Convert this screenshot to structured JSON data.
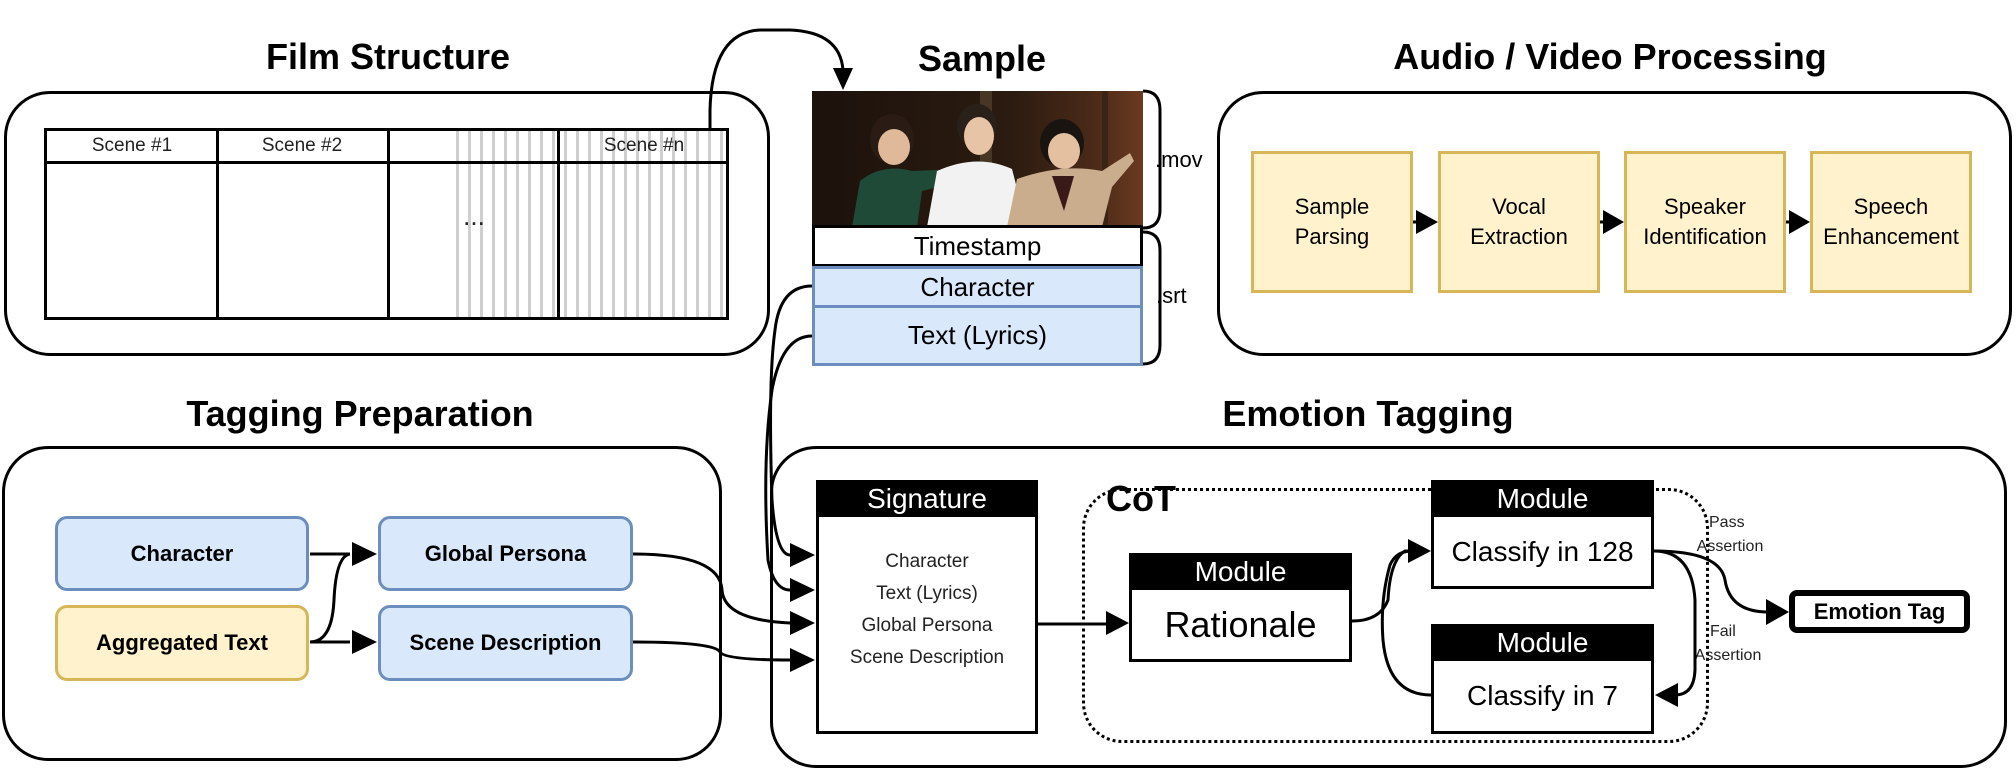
{
  "film_structure": {
    "title": "Film Structure",
    "scenes": [
      "Scene #1",
      "Scene #2",
      "",
      "Scene #n"
    ],
    "ellipsis": "..."
  },
  "sample": {
    "title": "Sample",
    "image_alt": "Stage performance still of three actors",
    "rows": {
      "timestamp": "Timestamp",
      "character": "Character",
      "text": "Text (Lyrics)"
    },
    "mov_label": ".mov",
    "srt_label": ".srt"
  },
  "av_processing": {
    "title": "Audio / Video Processing",
    "steps": [
      {
        "line1": "Sample",
        "line2": "Parsing"
      },
      {
        "line1": "Vocal",
        "line2": "Extraction"
      },
      {
        "line1": "Speaker",
        "line2": "Identification"
      },
      {
        "line1": "Speech",
        "line2": "Enhancement"
      }
    ]
  },
  "tagging_prep": {
    "title": "Tagging Preparation",
    "character": "Character",
    "aggregated_text": "Aggregated Text",
    "global_persona": "Global Persona",
    "scene_description": "Scene Description"
  },
  "emotion_tagging": {
    "title": "Emotion Tagging",
    "signature": {
      "header": "Signature",
      "fields": [
        "Character",
        "Text (Lyrics)",
        "Global Persona",
        "Scene Description"
      ]
    },
    "cot_label": "CoT",
    "modules": {
      "header": "Module",
      "rationale": "Rationale",
      "classify_128": "Classify in 128",
      "classify_7": "Classify in 7"
    },
    "pass_assertion": {
      "line1": "Pass",
      "line2": "Assertion"
    },
    "fail_assertion": {
      "line1": "Fail",
      "line2": "Assertion"
    },
    "output": "Emotion Tag"
  },
  "colors": {
    "blue_fill": "#dae8fc",
    "blue_border": "#6c8ebf",
    "yellow_fill": "#fff2cc",
    "yellow_border": "#d6b656"
  }
}
